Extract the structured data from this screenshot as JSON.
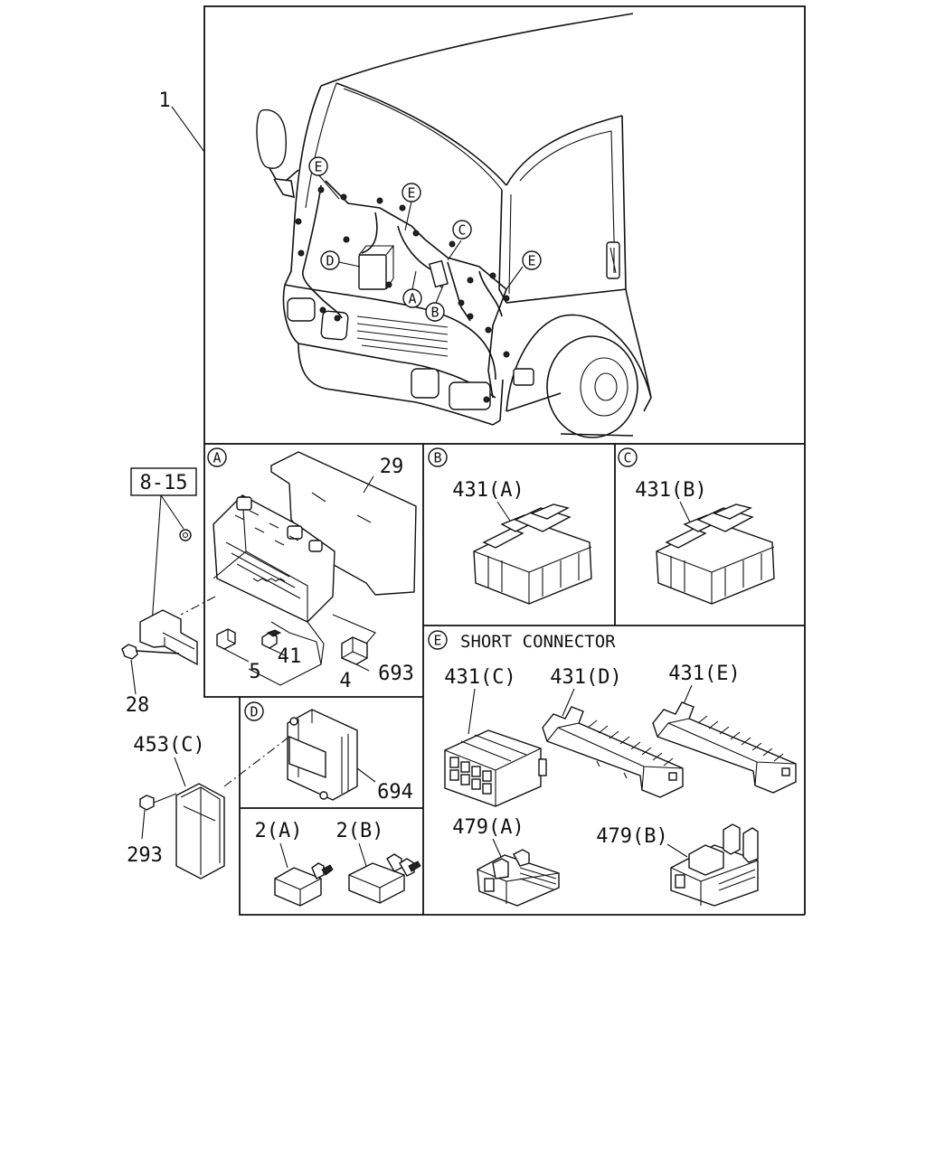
{
  "main_callout": "1",
  "inset_letters": {
    "a": "A",
    "b": "B",
    "c": "C",
    "d": "D",
    "e": "E"
  },
  "truck_callouts": [
    "E",
    "E",
    "C",
    "D",
    "A",
    "B",
    "E"
  ],
  "panel_a": {
    "parts": {
      "cover": "29",
      "fuse": "5",
      "mini_fuse": "41",
      "fuse_box": "4",
      "relay": "693"
    },
    "boxed_ref": "8-15",
    "bolt": "28"
  },
  "panel_b": {
    "part": "431(A)"
  },
  "panel_c": {
    "part": "431(B)"
  },
  "panel_d": {
    "part": "694"
  },
  "ecu": {
    "part": "453(C)",
    "nut": "293"
  },
  "relays": {
    "left": "2(A)",
    "right": "2(B)"
  },
  "panel_e": {
    "title": "SHORT CONNECTOR",
    "parts": [
      "431(C)",
      "431(D)",
      "431(E)",
      "479(A)",
      "479(B)"
    ]
  }
}
